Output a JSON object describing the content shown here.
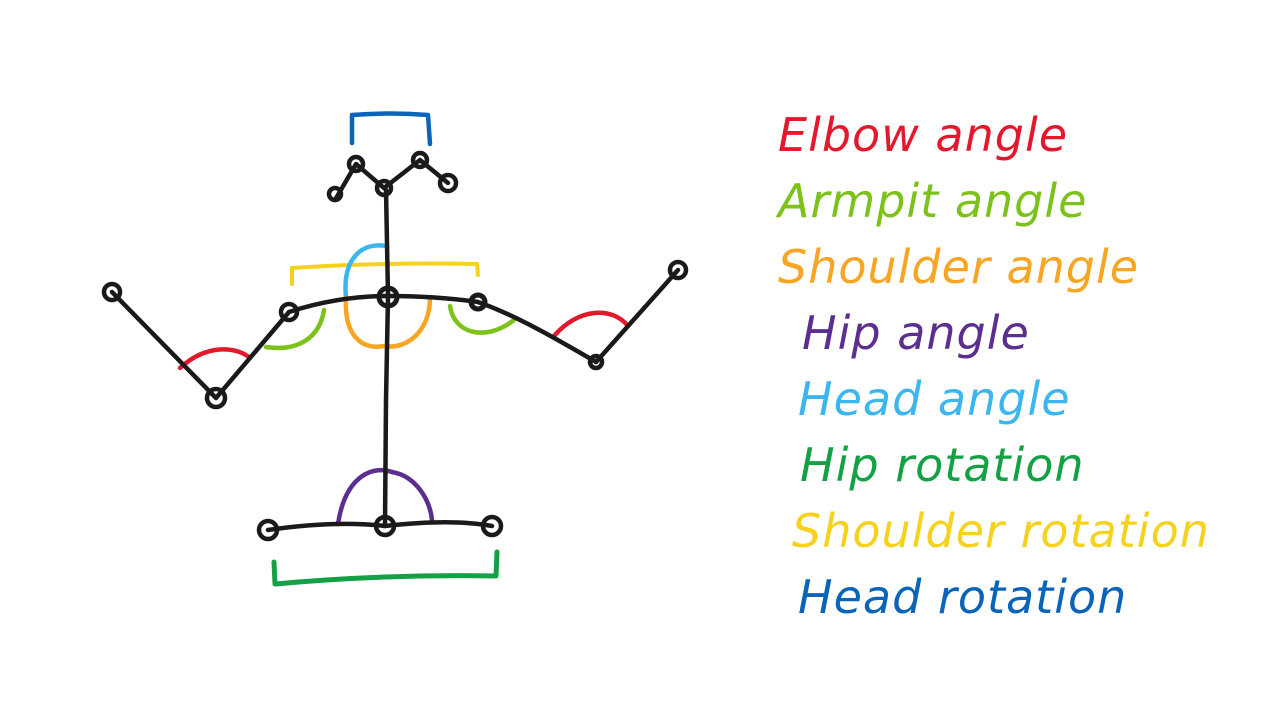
{
  "colors": {
    "skeleton": "#1a1a1a",
    "elbow_angle": "#e2182c",
    "armpit_angle": "#7cc21a",
    "shoulder_angle": "#f7a522",
    "hip_angle": "#5b2e8f",
    "head_angle": "#3cb6ee",
    "hip_rotation": "#14a044",
    "shoulder_rotation": "#f6d21f",
    "head_rotation": "#0a64b8"
  },
  "legend": [
    {
      "label": "Elbow angle",
      "color": "#e2182c"
    },
    {
      "label": "Armpit angle",
      "color": "#7cc21a"
    },
    {
      "label": "Shoulder angle",
      "color": "#f7a522"
    },
    {
      "label": "Hip angle",
      "color": "#5b2e8f"
    },
    {
      "label": "Head angle",
      "color": "#3cb6ee"
    },
    {
      "label": "Hip rotation",
      "color": "#14a044"
    },
    {
      "label": "Shoulder rotation",
      "color": "#f6d21f"
    },
    {
      "label": "Head rotation",
      "color": "#0a64b8"
    }
  ]
}
